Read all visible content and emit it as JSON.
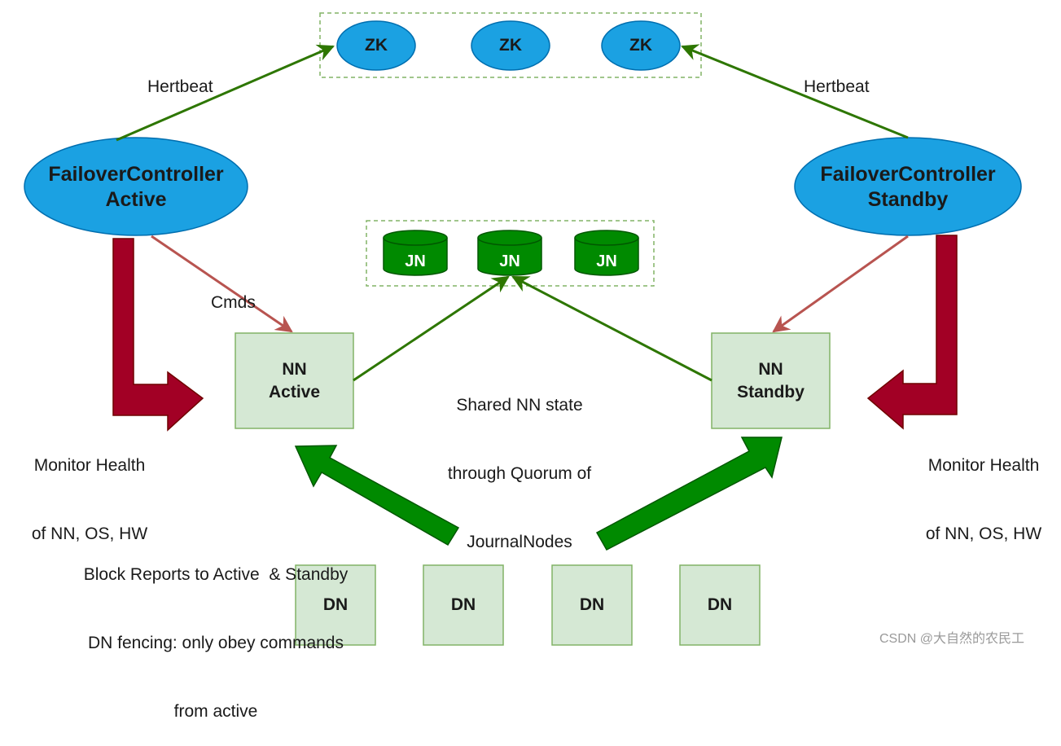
{
  "zk_nodes": [
    "ZK",
    "ZK",
    "ZK"
  ],
  "jn_nodes": [
    "JN",
    "JN",
    "JN"
  ],
  "dn_nodes": [
    "DN",
    "DN",
    "DN",
    "DN"
  ],
  "failover_active": {
    "line1": "FailoverController",
    "line2": "Active"
  },
  "failover_standby": {
    "line1": "FailoverController",
    "line2": "Standby"
  },
  "nn_active": {
    "line1": "NN",
    "line2": "Active"
  },
  "nn_standby": {
    "line1": "NN",
    "line2": "Standby"
  },
  "labels": {
    "heartbeat_left": "Hertbeat",
    "heartbeat_right": "Hertbeat",
    "cmds": "Cmds",
    "shared_state": [
      "Shared NN state",
      "through Quorum of",
      "JournalNodes"
    ],
    "monitor_left": [
      "Monitor Health",
      "of NN, OS, HW"
    ],
    "monitor_right": [
      "Monitor Health",
      "of NN, OS, HW"
    ],
    "block_reports": [
      "Block Reports to Active  & Standby",
      "DN fencing: only obey commands",
      "from active"
    ]
  },
  "watermark": "CSDN @大自然的农民工",
  "colors": {
    "ellipse_fill": "#1ba1e2",
    "ellipse_stroke": "#006eaf",
    "jn_fill": "#008a00",
    "jn_stroke": "#005700",
    "box_fill": "#d5e8d4",
    "box_stroke": "#82b366",
    "heartbeat_arrow": "#2d7600",
    "cmd_arrow": "#b85450",
    "monitor_arrow": "#a20025",
    "report_arrow": "#008a00"
  }
}
